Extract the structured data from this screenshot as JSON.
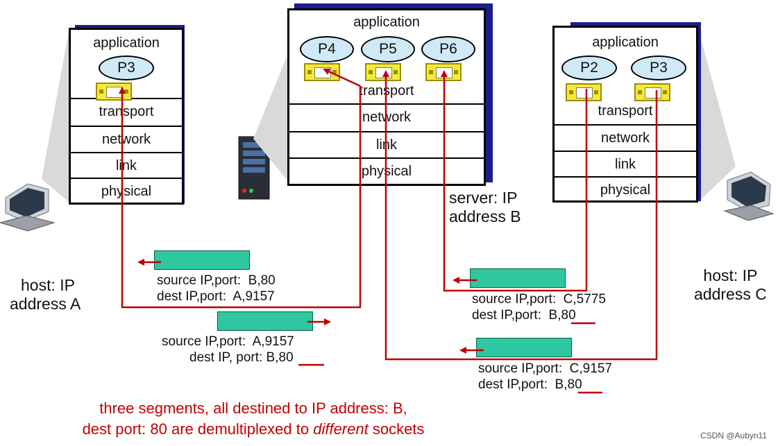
{
  "stack_a": {
    "application": "application",
    "process": "P3",
    "transport": "transport",
    "network": "network",
    "link": "link",
    "physical": "physical"
  },
  "stack_b": {
    "application": "application",
    "processes": [
      "P4",
      "P5",
      "P6"
    ],
    "transport": "transport",
    "network": "network",
    "link": "link",
    "physical": "physical"
  },
  "stack_c": {
    "application": "application",
    "processes": [
      "P2",
      "P3"
    ],
    "transport": "transport",
    "network": "network",
    "link": "link",
    "physical": "physical"
  },
  "hosts": {
    "a_line1": "host: IP",
    "a_line2": "address A",
    "b_line1": "server: IP",
    "b_line2": "address B",
    "c_line1": "host: IP",
    "c_line2": "address C"
  },
  "segments": [
    {
      "src": "source IP,port:  B,80",
      "dst": "dest IP,port:  A,9157"
    },
    {
      "src": "source IP,port:  A,9157",
      "dst_prefix": "dest IP, port: B,",
      "dst_port": "80"
    },
    {
      "src": "source IP,port:  C,5775",
      "dst_prefix": "dest IP,port:  B,",
      "dst_port": "80"
    },
    {
      "src": "source IP,port:  C,9157",
      "dst_prefix": "dest IP,port:  B,",
      "dst_port": "80"
    }
  ],
  "caption": {
    "line1": "three segments, all destined to IP address: B,",
    "line2_pre": "dest port: 80 are demultiplexed to ",
    "line2_em": "different",
    "line2_post": " sockets"
  },
  "watermark": "CSDN @Aubyn11",
  "colors": {
    "arrow": "#c00000",
    "segment": "#2fc79f",
    "process": "#cfe9f7",
    "socket": "#f4ea3a",
    "shadow": "#1c1c8c"
  },
  "icons": [
    "desktop-computer-icon",
    "server-tower-icon"
  ]
}
